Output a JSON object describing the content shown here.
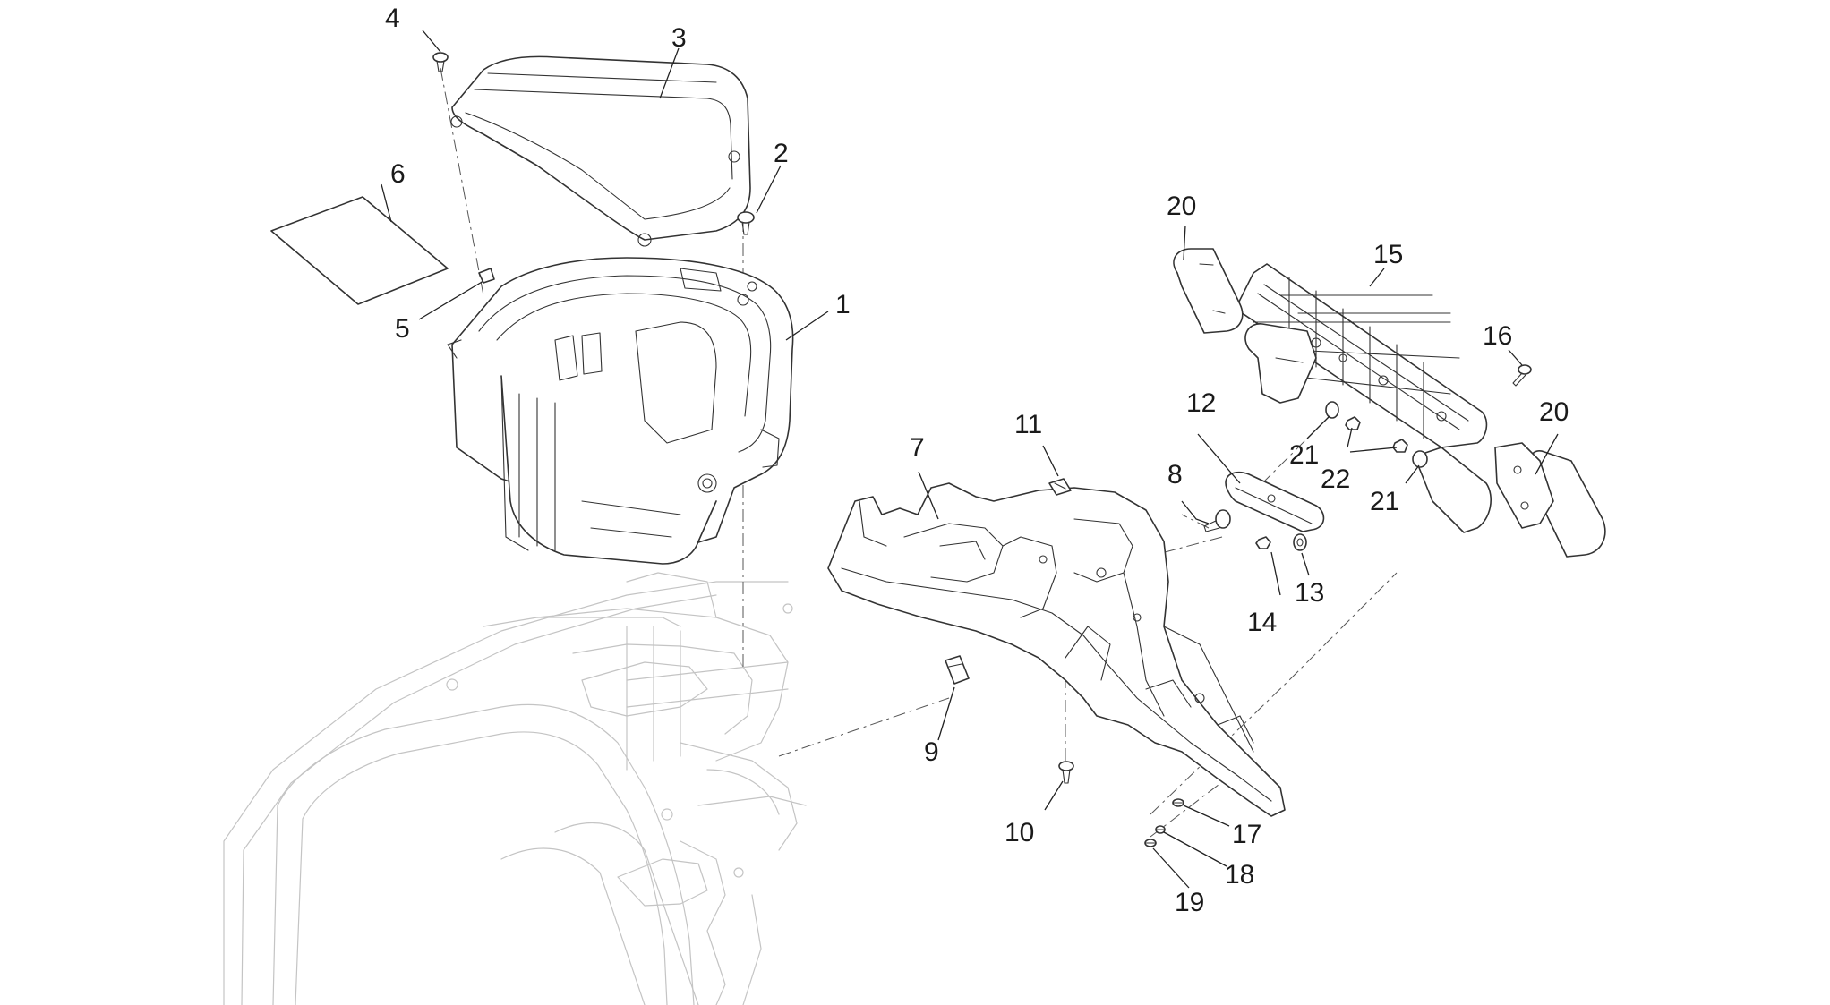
{
  "diagram": {
    "callouts": [
      {
        "id": "c1",
        "label": "1"
      },
      {
        "id": "c2",
        "label": "2"
      },
      {
        "id": "c3",
        "label": "3"
      },
      {
        "id": "c4",
        "label": "4"
      },
      {
        "id": "c5",
        "label": "5"
      },
      {
        "id": "c6",
        "label": "6"
      },
      {
        "id": "c7",
        "label": "7"
      },
      {
        "id": "c8",
        "label": "8"
      },
      {
        "id": "c9",
        "label": "9"
      },
      {
        "id": "c10",
        "label": "10"
      },
      {
        "id": "c11",
        "label": "11"
      },
      {
        "id": "c12",
        "label": "12"
      },
      {
        "id": "c13",
        "label": "13"
      },
      {
        "id": "c14",
        "label": "14"
      },
      {
        "id": "c15",
        "label": "15"
      },
      {
        "id": "c16",
        "label": "16"
      },
      {
        "id": "c17",
        "label": "17"
      },
      {
        "id": "c18",
        "label": "18"
      },
      {
        "id": "c19",
        "label": "19"
      },
      {
        "id": "c20a",
        "label": "20"
      },
      {
        "id": "c20b",
        "label": "20"
      },
      {
        "id": "c21a",
        "label": "21"
      },
      {
        "id": "c21b",
        "label": "21"
      },
      {
        "id": "c22",
        "label": "22"
      }
    ]
  }
}
